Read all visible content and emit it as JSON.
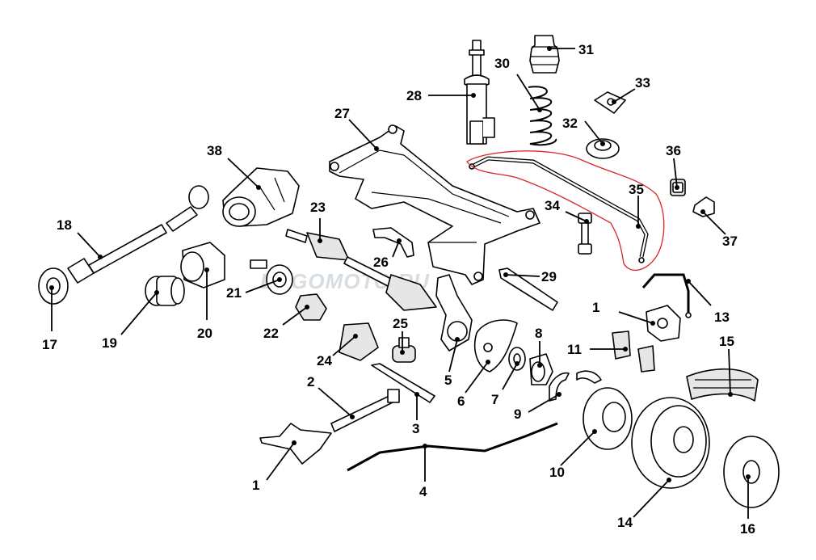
{
  "diagram": {
    "watermark": "ERGOMOTO.RU",
    "callouts": [
      "1",
      "1",
      "2",
      "3",
      "4",
      "5",
      "6",
      "7",
      "8",
      "9",
      "10",
      "11",
      "13",
      "14",
      "15",
      "16",
      "17",
      "18",
      "19",
      "20",
      "21",
      "22",
      "23",
      "24",
      "25",
      "26",
      "27",
      "28",
      "29",
      "30",
      "31",
      "32",
      "33",
      "34",
      "35",
      "36",
      "37",
      "38"
    ],
    "highlighted_part": "35",
    "highlight_color": "#d9262b"
  }
}
